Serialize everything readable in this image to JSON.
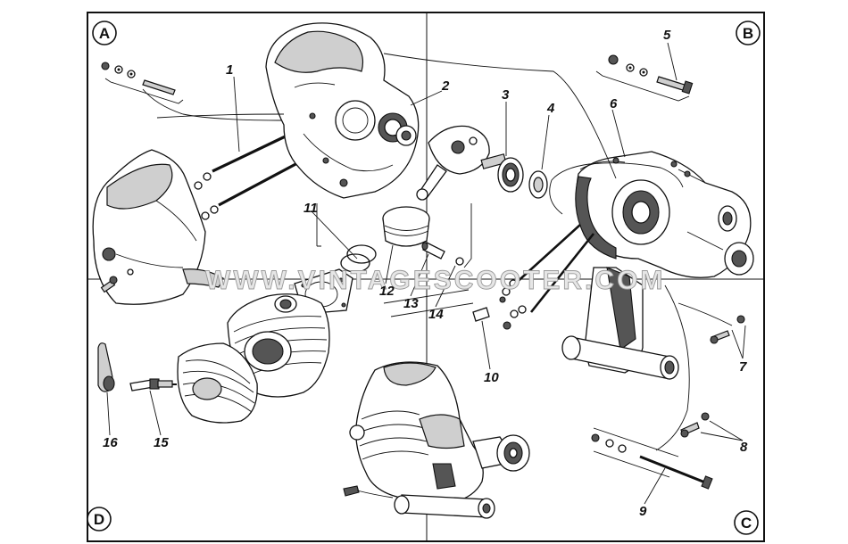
{
  "corners": [
    "A",
    "B",
    "C",
    "D"
  ],
  "watermark": "WWW.VINTAGESCOOTER.COM",
  "part_labels": [
    "1",
    "2",
    "3",
    "4",
    "5",
    "6",
    "7",
    "8",
    "9",
    "10",
    "11",
    "12",
    "13",
    "14",
    "15",
    "16"
  ]
}
